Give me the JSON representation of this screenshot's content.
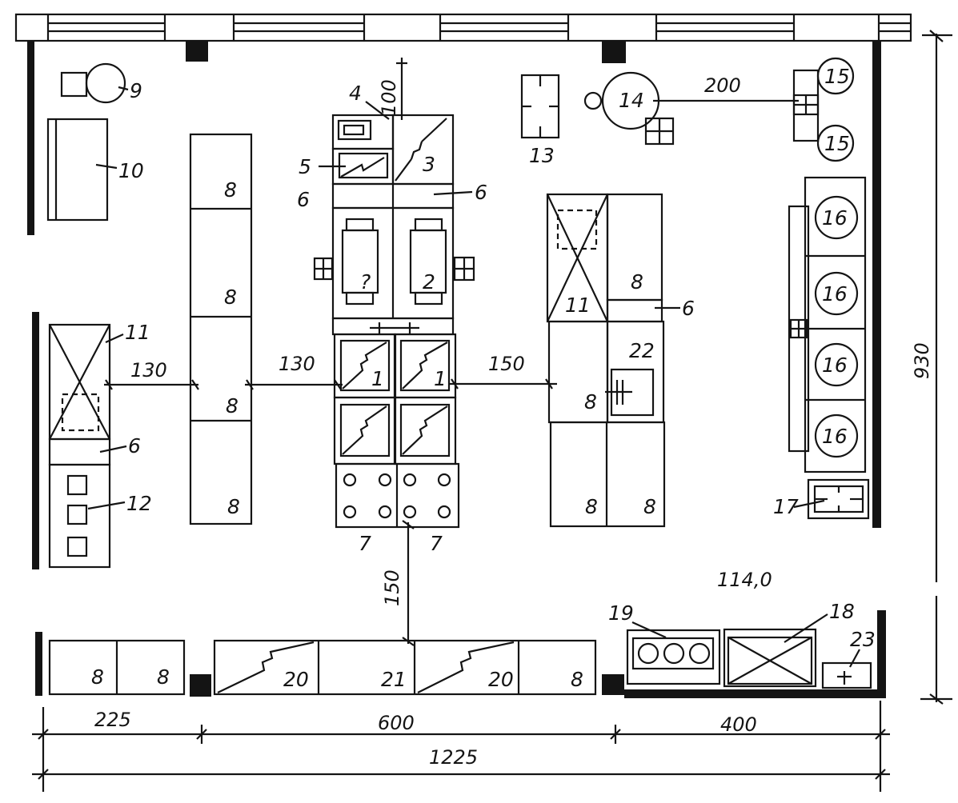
{
  "plan": {
    "equipment_labels": {
      "n1": "1",
      "n2": "2",
      "n2b": "?",
      "n3": "3",
      "n4": "4",
      "n5": "5",
      "n6": "6",
      "n7": "7",
      "n8": "8",
      "n9": "9",
      "n10": "10",
      "n11": "11",
      "n12": "12",
      "n13": "13",
      "n14": "14",
      "n15": "15",
      "n16": "16",
      "n17": "17",
      "n18": "18",
      "n19": "19",
      "n20": "20",
      "n21": "21",
      "n22": "22",
      "n23": "23"
    },
    "dimensions": {
      "d100": "100",
      "d130": "130",
      "d150": "150",
      "d200": "200",
      "d225": "225",
      "d600": "600",
      "d400": "400",
      "d1225": "1225",
      "d930": "930",
      "area": "114,0"
    }
  }
}
